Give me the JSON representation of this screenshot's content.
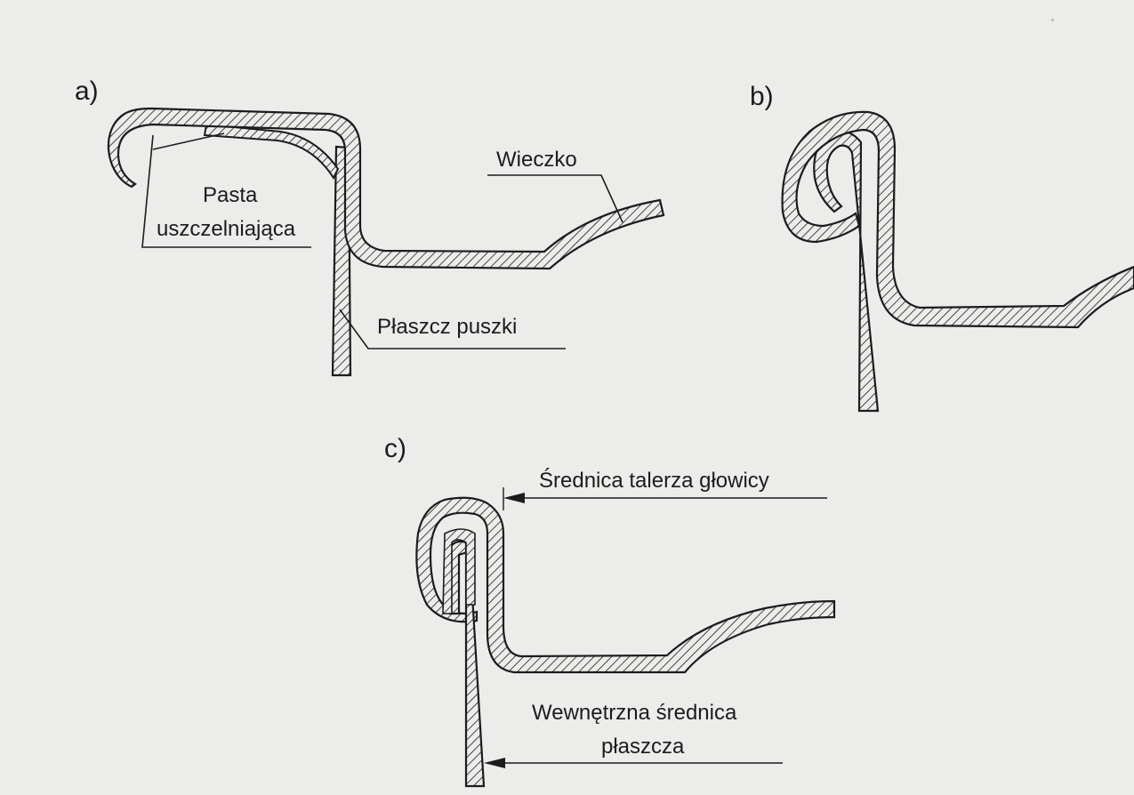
{
  "panels": {
    "a": {
      "letter": "a)",
      "sealant_label_1": "Pasta",
      "sealant_label_2": "uszczelniająca",
      "lid_label": "Wieczko",
      "can_body_label": "Płaszcz puszki"
    },
    "b": {
      "letter": "b)"
    },
    "c": {
      "letter": "c)",
      "chuck_diameter_label": "Średnica talerza głowicy",
      "inner_diameter_label_1": "Wewnętrzna średnica",
      "inner_diameter_label_2": "płaszcza"
    }
  },
  "colors": {
    "ink": "#1c1c1c",
    "paper": "#ececea",
    "bleed_through": "#bdbdbb"
  }
}
